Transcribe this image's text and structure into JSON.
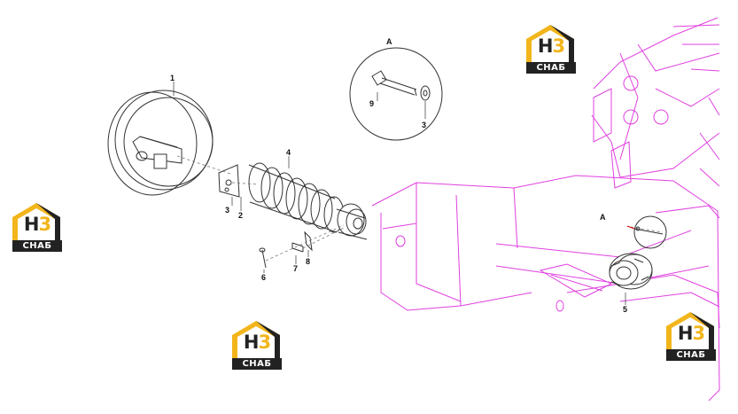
{
  "diagram": {
    "detail_label": "A",
    "callout_label": "A",
    "parts": [
      {
        "num": "1"
      },
      {
        "num": "2"
      },
      {
        "num": "3"
      },
      {
        "num": "3"
      },
      {
        "num": "4"
      },
      {
        "num": "5"
      },
      {
        "num": "6"
      },
      {
        "num": "7"
      },
      {
        "num": "8"
      },
      {
        "num": "9"
      }
    ]
  },
  "watermark": {
    "mark_left": "H",
    "mark_right": "3",
    "text": "СНАБ",
    "colors": {
      "accent": "#f2b51b",
      "dark": "#222222"
    }
  },
  "colors": {
    "line": "#333333",
    "frame": "#e040e0"
  }
}
